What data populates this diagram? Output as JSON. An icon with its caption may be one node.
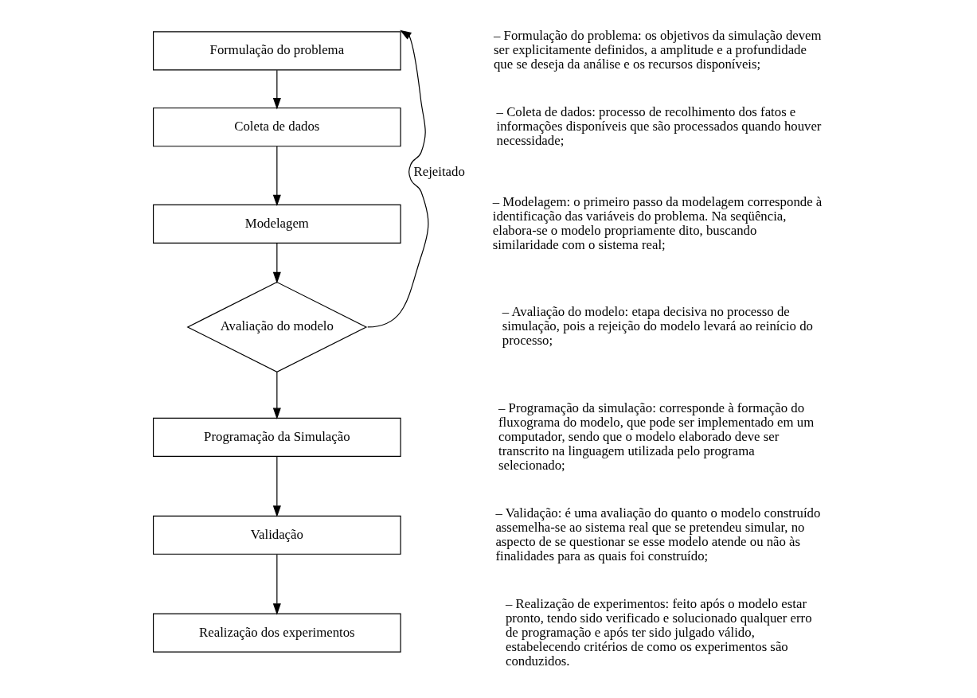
{
  "diagram": {
    "nodes": [
      {
        "text": [
          "Formulação do problema"
        ]
      },
      {
        "text": [
          "Coleta de dados"
        ]
      },
      {
        "text": [
          "Modelagem"
        ]
      },
      {
        "text": [
          "Avaliação do modelo"
        ]
      },
      {
        "text": [
          "Programação da Simulação"
        ]
      },
      {
        "text": [
          "Validação"
        ]
      },
      {
        "text": [
          "Realização dos experimentos"
        ]
      }
    ],
    "edges": [
      {
        "from": 0,
        "to": 1,
        "arrow": "to"
      },
      {
        "from": 1,
        "to": 2,
        "arrow": "to"
      },
      {
        "from": 2,
        "to": 3,
        "arrow": "to"
      },
      {
        "from": 3,
        "to": 0,
        "arrow": "to",
        "label": "Rejeitado"
      },
      {
        "from": 3,
        "to": 4,
        "arrow": "to"
      },
      {
        "from": 4,
        "to": 5,
        "arrow": "to"
      },
      {
        "from": 5,
        "to": 6,
        "arrow": "to"
      }
    ],
    "labels": [
      "– Formulação do problema: os objetivos da simulação devem ser explicitamente definidos, a amplitude e a profundidade que se deseja da análise e os recursos disponíveis;",
      "– Coleta de dados: processo de recolhimento dos fatos e informações disponíveis que são processados quando houver necessidade;",
      "– Modelagem: o primeiro passo da modelagem corresponde à identificação das variáveis do problema. Na seqüência, elabora-se o modelo propriamente dito, buscando similaridade com o sistema real;",
      "– Avaliação do modelo: etapa decisiva no processo de simulação, pois a rejeição do modelo levará ao reinício do processo;",
      "– Programação da simulação: corresponde à formação do fluxograma do modelo, que pode ser implementado em um computador, sendo que o modelo elaborado deve ser transcrito na linguagem utilizada pelo programa selecionado;",
      "– Validação: é uma avaliação do quanto o modelo construído assemelha-se ao sistema real que se pretendeu simular, no aspecto de se questionar se esse modelo atende ou não às finalidades para as quais foi construído;",
      "– Realização de experimentos: feito após o modelo estar pronto, tendo sido verificado e solucionado qualquer erro de programação e após ter sido julgado válido, estabelecendo critérios de como os experimentos são conduzidos."
    ]
  }
}
